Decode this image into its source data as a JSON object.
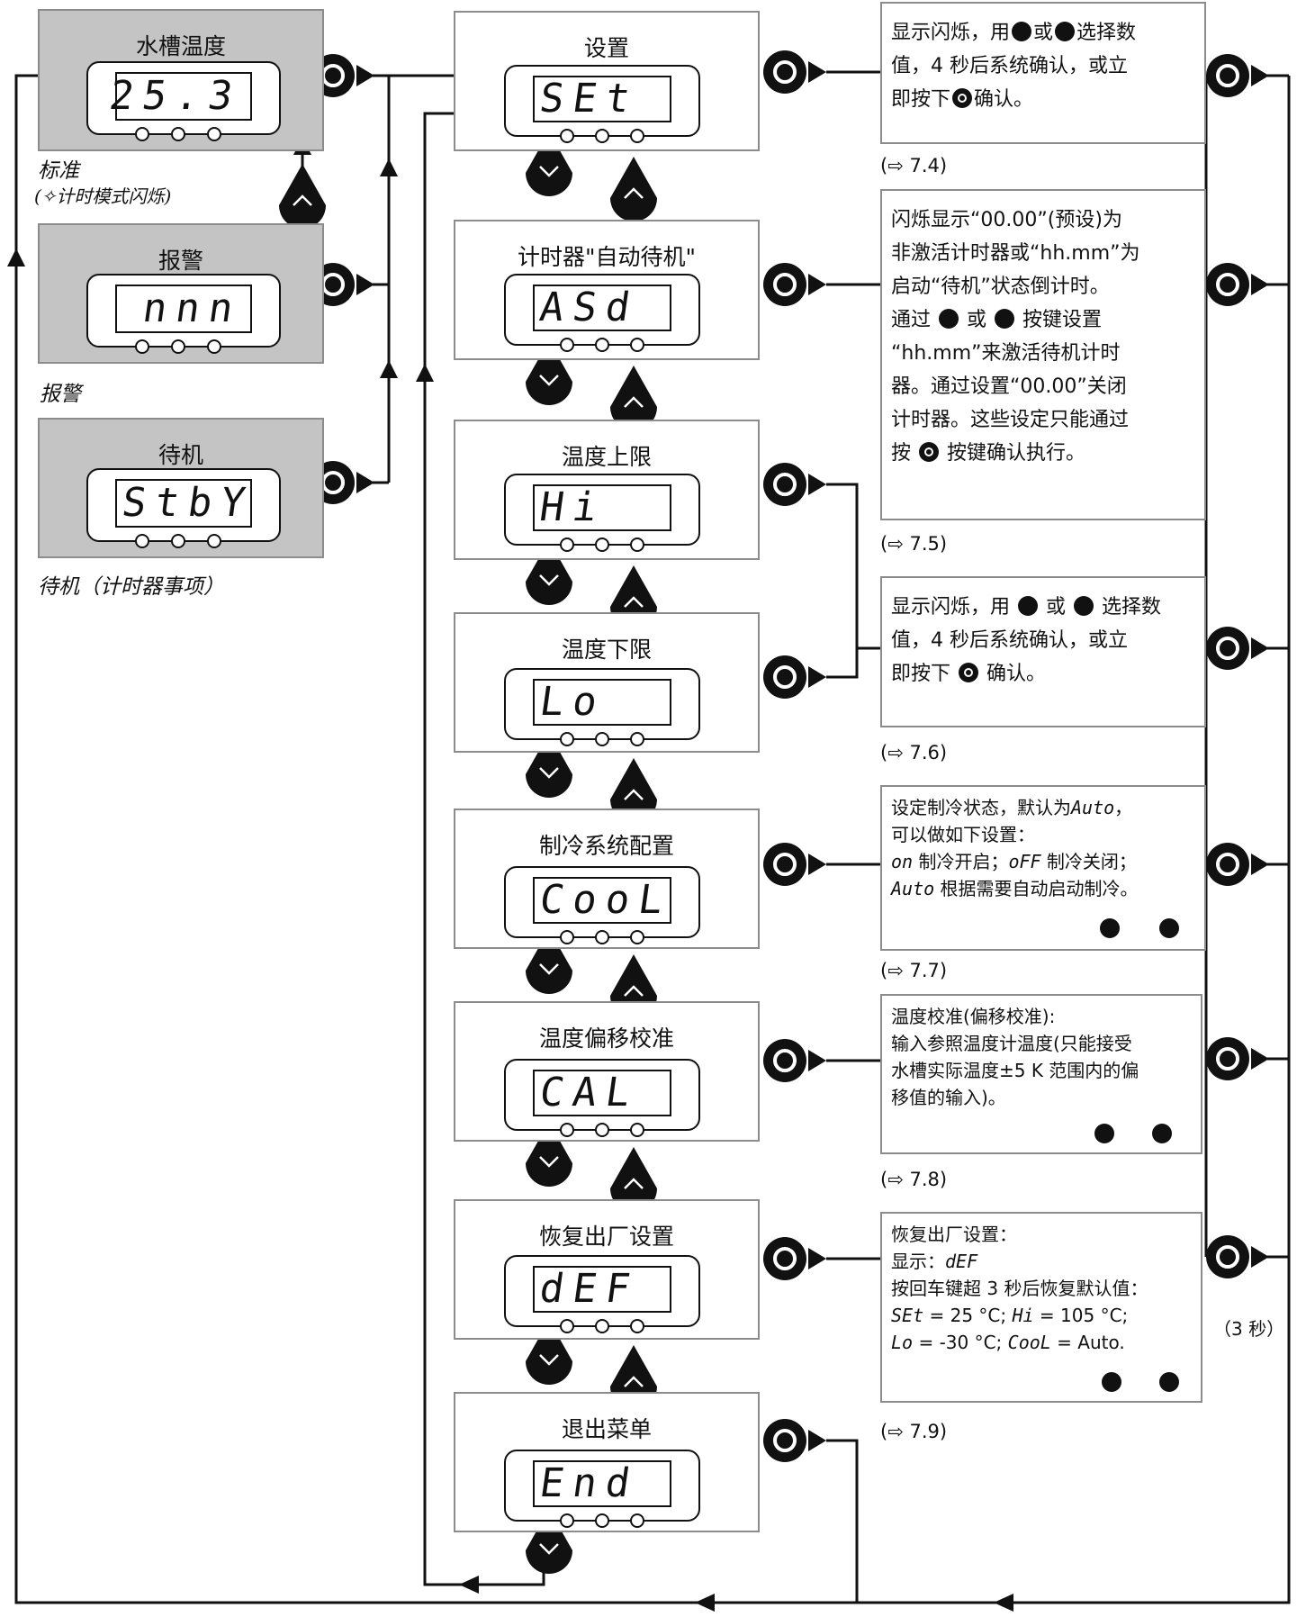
{
  "left_panels": [
    {
      "title": "水槽温度",
      "display": "25.3",
      "caption": "标准",
      "subcaption": "(✧计时模式闪烁)"
    },
    {
      "title": "报警",
      "display": "nnn",
      "caption": "报警"
    },
    {
      "title": "待机",
      "display": "StbY",
      "caption": "待机（计时器事项）"
    }
  ],
  "menu_panels": [
    {
      "title": "设置",
      "display": "SEt"
    },
    {
      "title": "计时器\"自动待机\"",
      "display": "ASd"
    },
    {
      "title": "温度上限",
      "display": "Hi"
    },
    {
      "title": "温度下限",
      "display": "Lo"
    },
    {
      "title": "制冷系统配置",
      "display": "CooL"
    },
    {
      "title": "温度偏移校准",
      "display": "CAL"
    },
    {
      "title": "恢复出厂设置",
      "display": "dEF"
    },
    {
      "title": "退出菜单",
      "display": "End"
    }
  ],
  "descriptions": {
    "set": {
      "l1a": "显示闪烁，用",
      "l1b": "或",
      "l1c": "选择数",
      "l2": "值，4 秒后系统确认，或立",
      "l3a": "即按下",
      "l3b": "确认。",
      "ref": "(⇨ 7.4)"
    },
    "asd": {
      "l1": "闪烁显示“00.00”(预设)为",
      "l2": "非激活计时器或“hh.mm”为",
      "l3": "启动“待机”状态倒计时。",
      "l4a": "通过",
      "l4b": "或",
      "l4c": "按键设置",
      "l5": "“hh.mm”来激活待机计时",
      "l6": "器。通过设置“00.00”关闭",
      "l7": "计时器。这些设定只能通过",
      "l8a": "按",
      "l8b": "按键确认执行。",
      "ref": "(⇨ 7.5)"
    },
    "hilo": {
      "l1a": "显示闪烁，用",
      "l1b": "或",
      "l1c": "选择数",
      "l2": "值，4 秒后系统确认，或立",
      "l3a": "即按下",
      "l3b": "确认。",
      "ref": "(⇨ 7.6)"
    },
    "cool": {
      "l1a": "设定制冷状态，默认为",
      "l1b": "Auto",
      "l1c": "，",
      "l2": "可以做如下设置：",
      "l3a": "on",
      "l3b": " 制冷开启；",
      "l3c": "oFF",
      "l3d": " 制冷关闭；",
      "l4a": "Auto",
      "l4b": "  根据需要自动启动制冷。",
      "ref": "(⇨ 7.7)"
    },
    "cal": {
      "l1": "温度校准(偏移校准):",
      "l2": "输入参照温度计温度(只能接受",
      "l3": "水槽实际温度±5 K 范围内的偏",
      "l4": "移值的输入)。",
      "ref": "(⇨ 7.8)"
    },
    "def": {
      "l1": "恢复出厂设置：",
      "l2a": "显示：",
      "l2b": "dEF",
      "l3": "按回车键超 3 秒后恢复默认值：",
      "l4a": "SEt",
      "l4b": " = 25 °C; ",
      "l4c": "Hi",
      "l4d": " = 105 °C;",
      "l5a": "Lo",
      "l5b": " = -30 °C; ",
      "l5c": "CooL",
      "l5d": " = Auto.",
      "ref": "(⇨ 7.9)",
      "hold": "（3 秒）"
    }
  },
  "icons": {
    "enter": "enter-button-icon",
    "down": "down-arrow-button-icon",
    "up": "up-arrow-button-icon"
  },
  "colors": {
    "panel_gray": "#c4c4c4",
    "line": "#111111",
    "border": "#8c8c8c"
  }
}
